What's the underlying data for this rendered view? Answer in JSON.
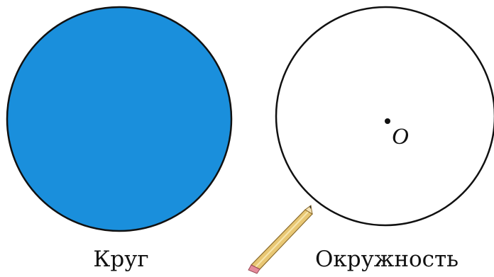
{
  "captions": {
    "left": "Круг",
    "right": "Окружность"
  },
  "center_point_label": "O",
  "colors": {
    "disc_fill": "#1a8fdc",
    "outline": "#111111",
    "pencil_body": "#e8c774",
    "pencil_wood": "#f4e2b5",
    "pencil_eraser": "#e58b9b"
  },
  "icons": {
    "pencil": "pencil-icon"
  }
}
